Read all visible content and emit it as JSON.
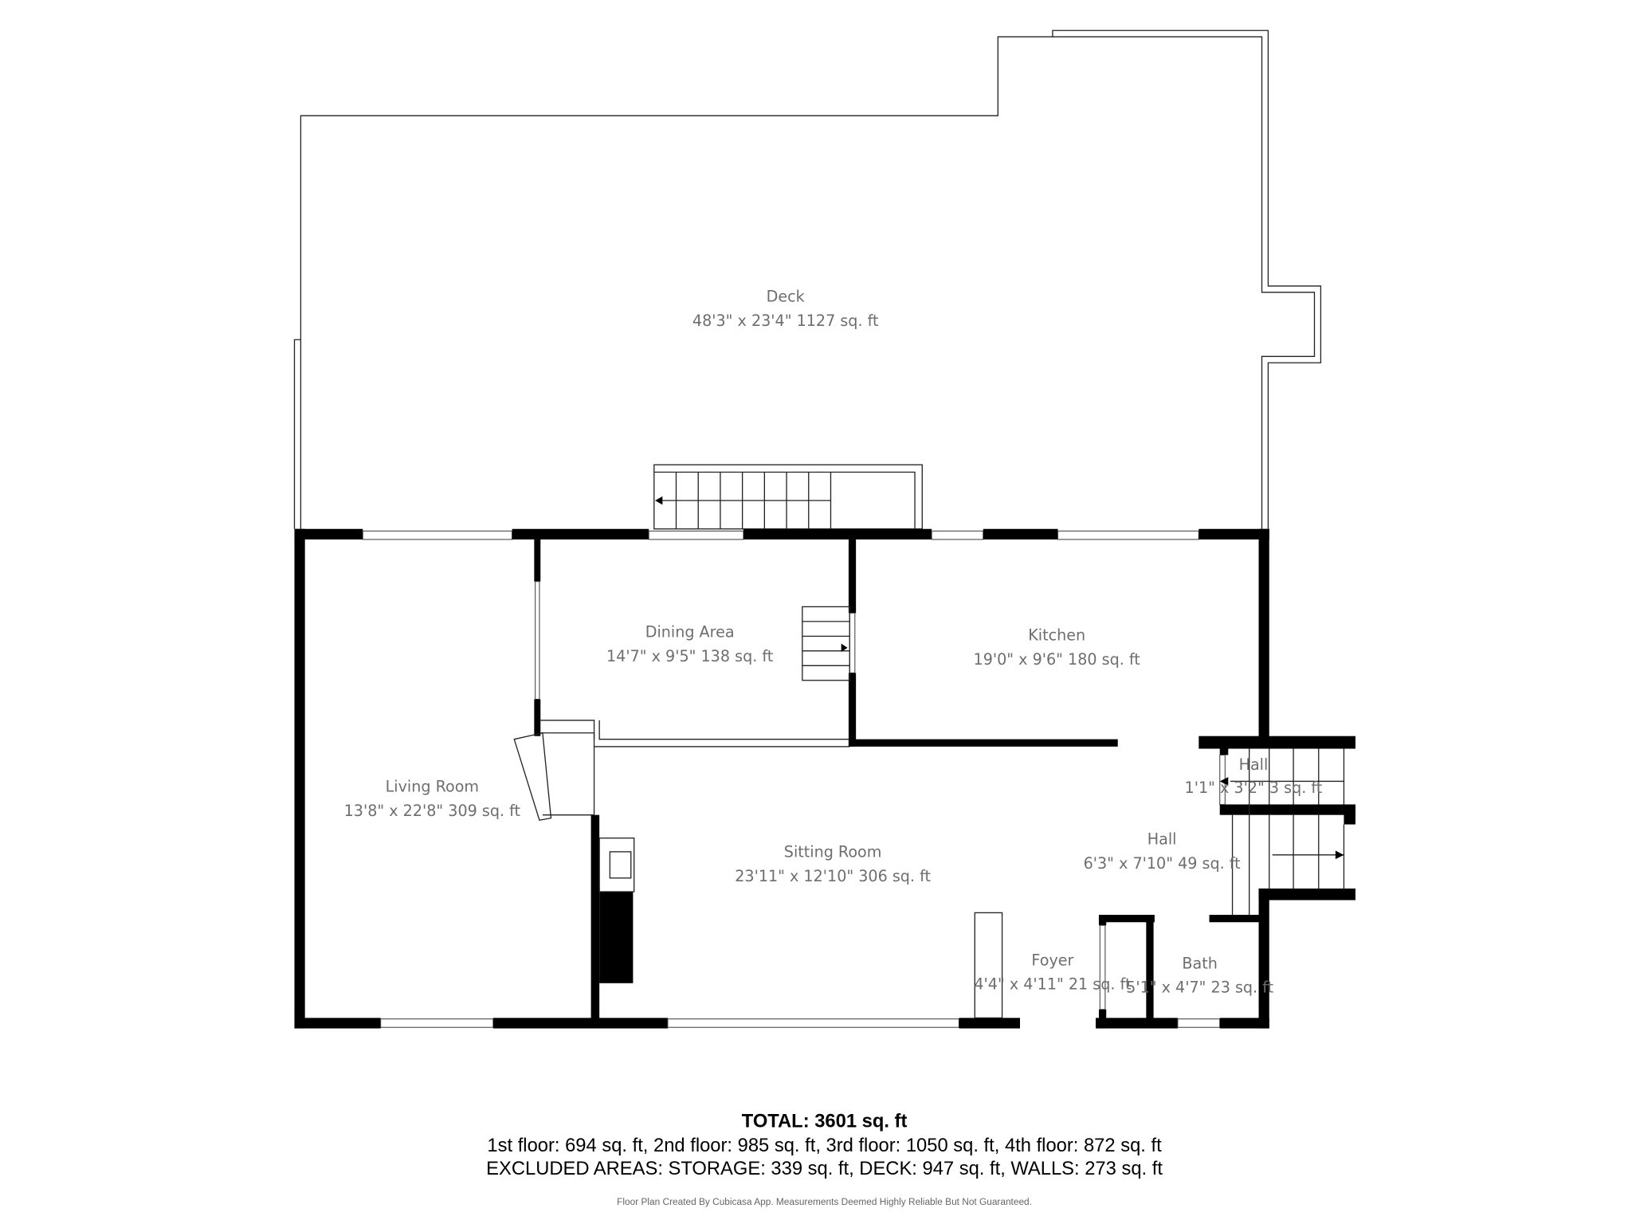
{
  "rooms": {
    "deck": {
      "name": "Deck",
      "dims": "48'3\" x 23'4\" 1127 sq. ft"
    },
    "dining": {
      "name": "Dining Area",
      "dims": "14'7\" x 9'5\" 138 sq. ft"
    },
    "kitchen": {
      "name": "Kitchen",
      "dims": "19'0\" x 9'6\" 180 sq. ft"
    },
    "living": {
      "name": "Living Room",
      "dims": "13'8\" x 22'8\" 309 sq. ft"
    },
    "sitting": {
      "name": "Sitting Room",
      "dims": "23'11\" x 12'10\" 306 sq. ft"
    },
    "hall_small": {
      "name": "Hall",
      "dims": "1'1\" x 3'2\" 3 sq. ft"
    },
    "hall": {
      "name": "Hall",
      "dims": "6'3\" x 7'10\" 49 sq. ft"
    },
    "foyer": {
      "name": "Foyer",
      "dims": "4'4\" x 4'11\" 21 sq. ft"
    },
    "bath": {
      "name": "Bath",
      "dims": "5'1\" x 4'7\" 23 sq. ft"
    }
  },
  "summary": {
    "total": "TOTAL: 3601 sq. ft",
    "floors": "1st floor: 694 sq. ft, 2nd floor: 985 sq. ft, 3rd floor: 1050 sq. ft, 4th floor: 872 sq. ft",
    "excluded": "EXCLUDED AREAS: STORAGE: 339 sq. ft, DECK: 947 sq. ft, WALLS: 273 sq. ft"
  },
  "footer": "Floor Plan Created By Cubicasa App. Measurements Deemed Highly Reliable But Not Guaranteed."
}
